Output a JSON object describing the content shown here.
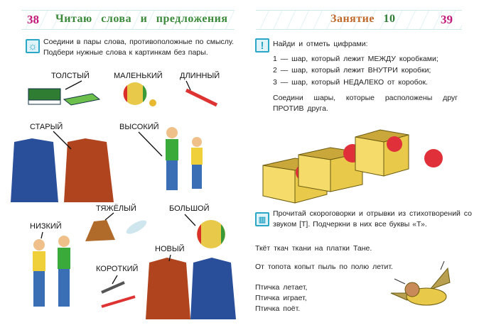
{
  "left_page": {
    "page_number": "38",
    "title": "Читаю слова и предложения",
    "instruction": "Соедини в пары слова, противоположные по смыслу. Подбери нужные слова к картинкам без пары.",
    "words": [
      "ТОЛСТЫЙ",
      "МАЛЕНЬКИЙ",
      "ДЛИННЫЙ",
      "СТАРЫЙ",
      "ВЫСОКИЙ",
      "ТЯЖЁЛЫЙ",
      "БОЛЬШОЙ",
      "НИЗКИЙ",
      "НОВЫЙ",
      "КОРОТКИЙ"
    ]
  },
  "right_page": {
    "page_number": "39",
    "title_word": "Занятие",
    "title_number": "10",
    "task1_heading": "Найди и отметь цифрами:",
    "task1_items": [
      "1 — шар, который лежит МЕЖДУ коробками;",
      "2 — шар, который лежит ВНУТРИ коробки;",
      "3 — шар, который НЕДАЛЕКО от коробок."
    ],
    "task2": "Соедини шары, которые расположены друг ПРОТИВ друга.",
    "task3": "Прочитай скороговорки и отрывки из стихотворений со звуком [Т]. Подчеркни в них все буквы «Т».",
    "line1": "Ткёт ткач ткани на платки Тане.",
    "line2": "От топота копыт пыль по полю летит.",
    "poem": [
      "Птичка летает,",
      "Птичка играет,",
      "Птичка поёт."
    ]
  },
  "colors": {
    "accent": "#c2187a",
    "icon": "#2aa6c6"
  }
}
